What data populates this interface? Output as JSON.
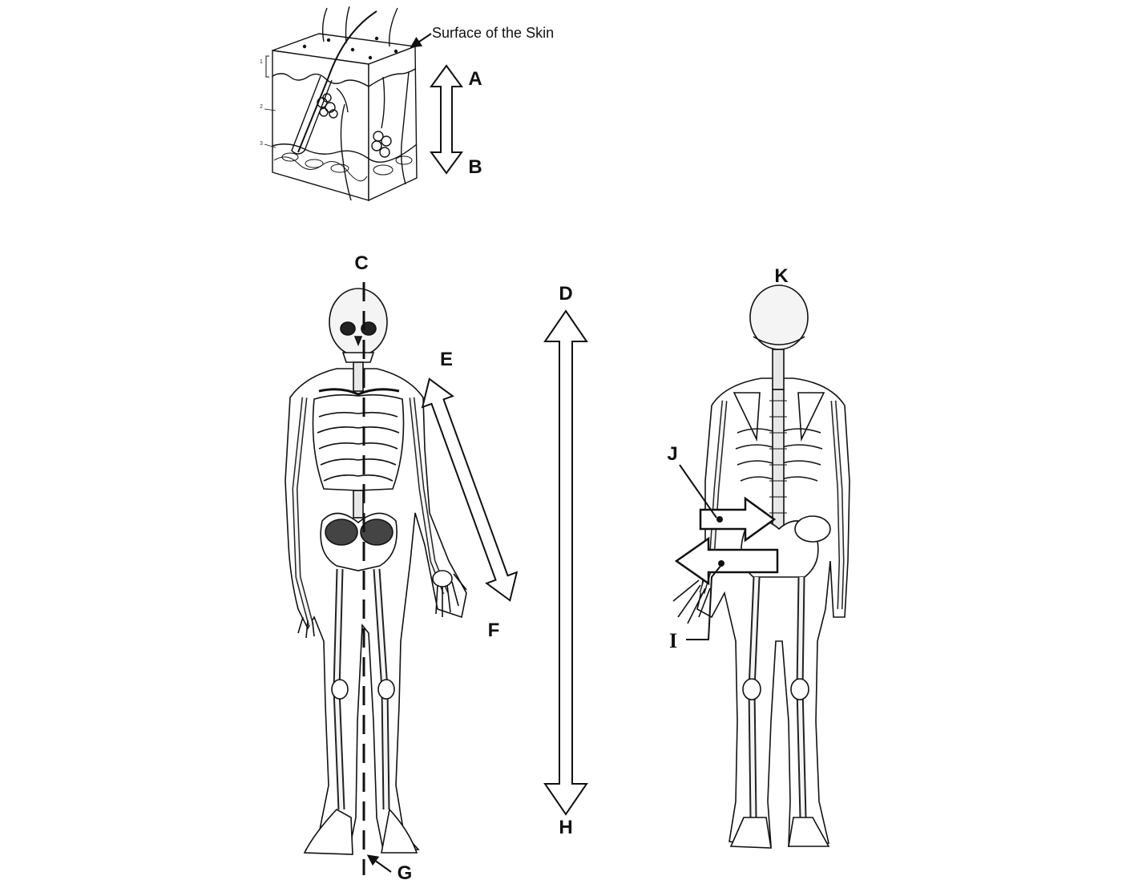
{
  "skin_block": {
    "surface_label": "Surface of the Skin",
    "layer_numbers": [
      "1",
      "2",
      "3"
    ]
  },
  "labels": {
    "A": "A",
    "B": "B",
    "C": "C",
    "D": "D",
    "E": "E",
    "F": "F",
    "G": "G",
    "H": "H",
    "I": "I",
    "J": "J",
    "K": "K"
  },
  "colors": {
    "ink": "#111111",
    "bone": "#f4f4f4",
    "arrow_fill": "#ffffff"
  }
}
